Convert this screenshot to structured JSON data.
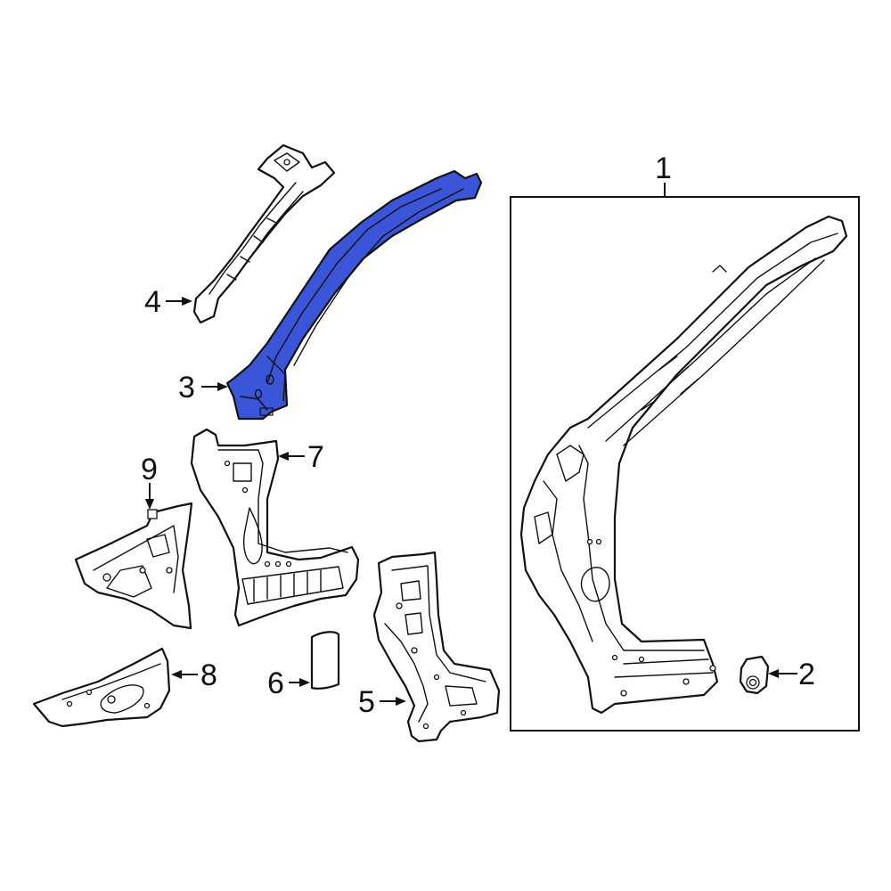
{
  "highlight_color": "#3b55d9",
  "line_color": "#111111",
  "callouts": [
    {
      "id": "1",
      "text": "1"
    },
    {
      "id": "2",
      "text": "2"
    },
    {
      "id": "3",
      "text": "3"
    },
    {
      "id": "4",
      "text": "4"
    },
    {
      "id": "5",
      "text": "5"
    },
    {
      "id": "6",
      "text": "6"
    },
    {
      "id": "7",
      "text": "7"
    },
    {
      "id": "8",
      "text": "8"
    },
    {
      "id": "9",
      "text": "9"
    }
  ]
}
